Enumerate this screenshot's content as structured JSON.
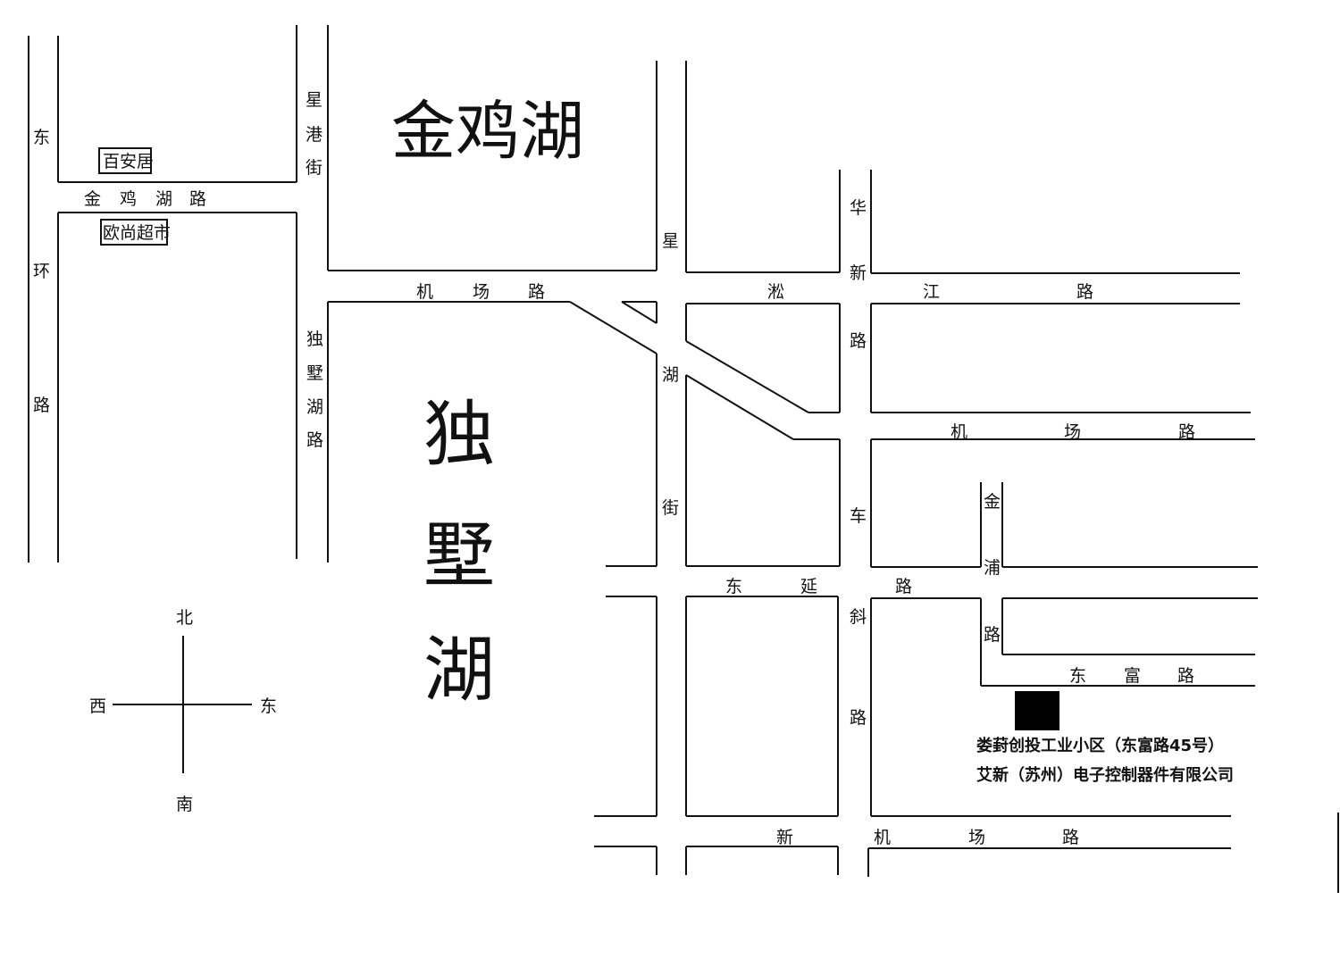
{
  "lakes": {
    "jinjihu": "金鸡湖",
    "dushuhu": [
      "独",
      "墅",
      "湖"
    ]
  },
  "roads": {
    "donghuan": [
      "东",
      "环",
      "路"
    ],
    "jinjihu_road": [
      "金",
      "鸡",
      "湖",
      "路"
    ],
    "xinggang": [
      "星",
      "港",
      "街"
    ],
    "dushuhu_road": [
      "独",
      "墅",
      "湖",
      "路"
    ],
    "jichang_west": [
      "机",
      "场",
      "路"
    ],
    "xinghu": [
      "星",
      "湖",
      "街"
    ],
    "songjiang": [
      "淞",
      "江",
      "路"
    ],
    "huaxin": [
      "华",
      "新",
      "路"
    ],
    "jichang_east": [
      "机",
      "场",
      "路"
    ],
    "jinpu": [
      "金",
      "浦",
      "路"
    ],
    "chexie": [
      "车",
      "斜",
      "路"
    ],
    "dongyan": [
      "东",
      "延",
      "路"
    ],
    "dongfu": [
      "东",
      "富",
      "路"
    ],
    "xinjichang": [
      "新",
      "机",
      "场",
      "路"
    ]
  },
  "pois": {
    "baianju": "百安居",
    "oushang": "欧尚超市"
  },
  "destination": {
    "line1": "娄葑创投工业小区（东富路45号）",
    "line2": "艾新（苏州）电子控制器件有限公司"
  },
  "compass": {
    "north": "北",
    "south": "南",
    "west": "西",
    "east": "东"
  },
  "colors": {
    "ink": "#111111",
    "paper": "#ffffff",
    "marker": "#000000"
  }
}
